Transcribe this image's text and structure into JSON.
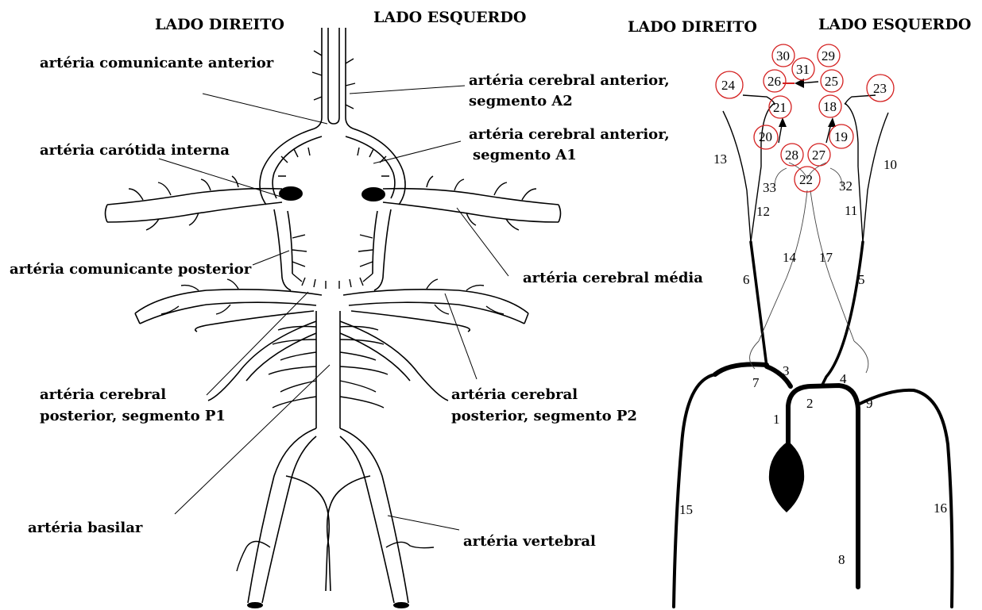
{
  "left_figure": {
    "header_right_side": "LADO DIREITO",
    "header_left_side": "LADO ESQUERDO",
    "labels": {
      "comunicante_anterior": "artéria comunicante anterior",
      "cerebral_anterior_a2_line1": "artéria cerebral anterior,",
      "cerebral_anterior_a2_line2": "segmento A2",
      "cerebral_anterior_a1_line1": "artéria cerebral anterior,",
      "cerebral_anterior_a1_line2": "segmento A1",
      "carotida_interna": "artéria carótida interna",
      "comunicante_posterior": "artéria comunicante posterior",
      "cerebral_media": "artéria cerebral média",
      "cerebral_posterior_p1_line1": "artéria cerebral",
      "cerebral_posterior_p1_line2": "posterior, segmento P1",
      "cerebral_posterior_p2_line1": "artéria cerebral",
      "cerebral_posterior_p2_line2": "posterior, segmento P2",
      "basilar": "artéria basilar",
      "vertebral": "artéria vertebral"
    }
  },
  "right_figure": {
    "header_right_side": "LADO DIREITO",
    "header_left_side": "LADO ESQUERDO",
    "numbers": [
      "1",
      "2",
      "3",
      "4",
      "5",
      "6",
      "7",
      "8",
      "9",
      "10",
      "11",
      "12",
      "13",
      "14",
      "15",
      "16",
      "17",
      "18",
      "19",
      "20",
      "21",
      "22",
      "23",
      "24",
      "25",
      "26",
      "27",
      "28",
      "29",
      "30",
      "31",
      "32",
      "33"
    ]
  },
  "colors": {
    "line": "#000000",
    "circle": "#d42020",
    "background": "#ffffff"
  }
}
